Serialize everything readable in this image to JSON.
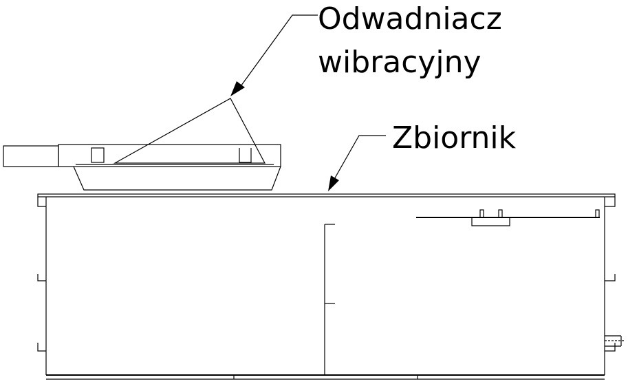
{
  "labels": {
    "dewaterer_line1": "Odwadniacz",
    "dewaterer_line2": "wibracyjny",
    "tank": "Zbiornik"
  },
  "colors": {
    "line": "#000000",
    "background": "#ffffff"
  }
}
